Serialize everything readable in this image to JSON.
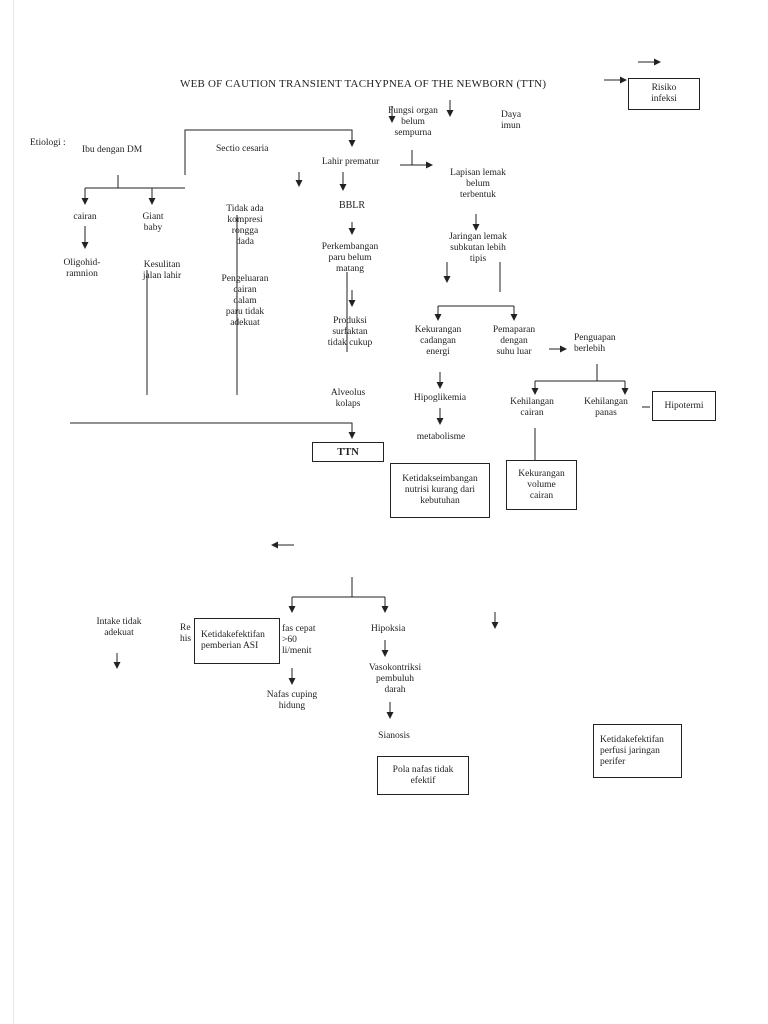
{
  "title": "WEB OF CAUTION TRANSIENT TACHYPNEA OF THE NEWBORN (TTN)",
  "nodes": {
    "etiologi": "Etiologi :",
    "ibu_dm": "Ibu dengan DM",
    "sectio": "Sectio cesaria",
    "fungsi_organ": "Fungsi organ\nbelum\nsempurna",
    "daya_imun": "Daya\nimun",
    "lahir_prematur": "Lahir prematur",
    "cairan": "cairan",
    "giant_baby": "Giant\nbaby",
    "tidak_ada_kompresi": "Tidak ada\nkompresi\nrongga\ndada",
    "bblr": "BBLR",
    "lapisan_lemak": "Lapisan lemak\nbelum\nterbentuk",
    "oligohid": "Oligohid-\nramnion",
    "kesulitan": "Kesulitan\njalan lahir",
    "pengeluaran": "Pengeluaran\ncairan\ndalam\nparu tidak\nadekuat",
    "perkembangan": "Perkembangan\nparu belum\nmatang",
    "jaringan_lemak": "Jaringan lemak\nsubkutan lebih\ntipis",
    "produksi": "Produksi\nsurfaktan\ntidak cukup",
    "kekurangan_cadangan": "Kekurangan\ncadangan\nenergi",
    "pemaparan": "Pemaparan\ndengan\nsuhu luar",
    "penguapan": "Penguapan\nberlebih",
    "alveolus": "Alveolus\nkolaps",
    "hipoglikemia": "Hipoglikemia",
    "kehilangan_cairan": "Kehilangan\ncairan",
    "kehilangan_panas": "Kehilangan\npanas",
    "metabolisme": "metabolisme",
    "intake": "Intake tidak\nadekuat",
    "refleks": "Re\nhis",
    "nafas_cepat": "fas cepat\n>60\nli/menit",
    "hipoksia": "Hipoksia",
    "vasokontriksi": "Vasokontriksi\npembuluh\ndarah",
    "nafas_cuping": "Nafas cuping\nhidung",
    "sianosis": "Sianosis"
  },
  "boxes": {
    "risiko_infeksi": "Risiko\ninfeksi",
    "hipotermi": "Hipotermi",
    "ttn": "TTN",
    "ketidakseimbangan": "Ketidakseimbangan\nnutrisi kurang dari\nkebutuhan",
    "kekurangan_volume": "Kekurangan\nvolume\ncairan",
    "ketidakefektifan_asi": "Ketidakefektifan\npemberian ASI",
    "pola_nafas": "Pola nafas tidak\nefektif",
    "perfusi": "Ketidakefektifan\nperfusi  jaringan\nperifer"
  }
}
